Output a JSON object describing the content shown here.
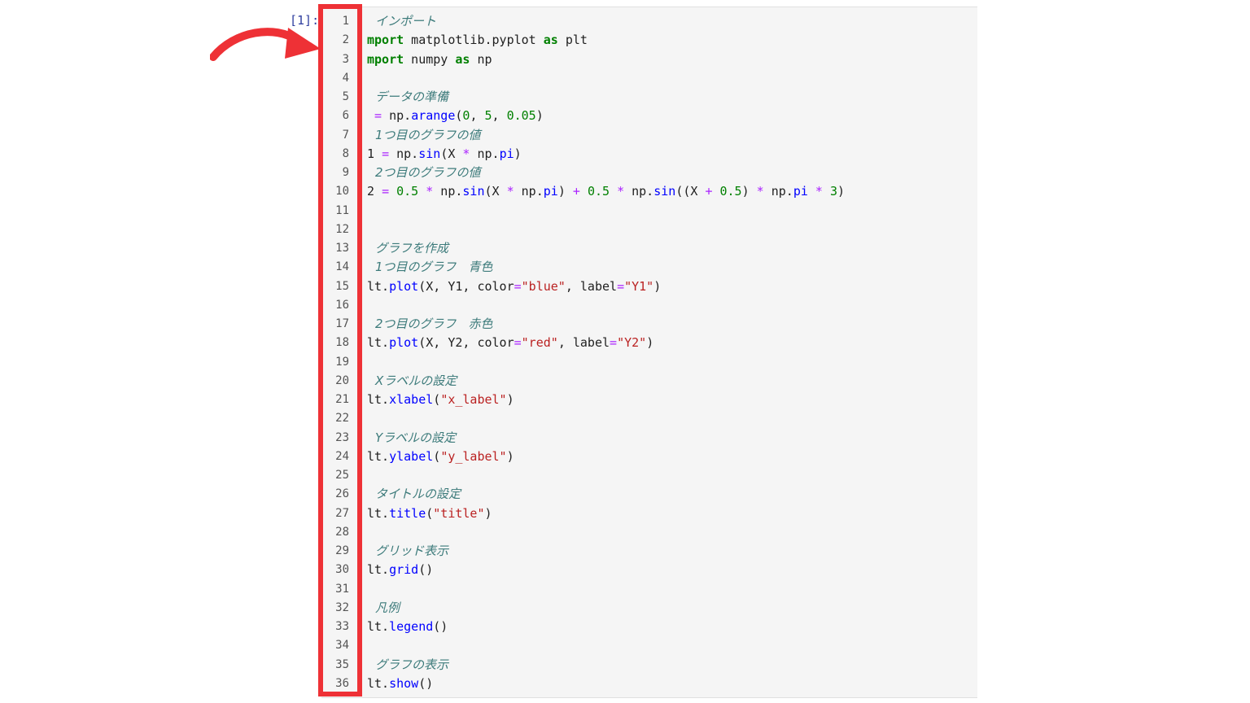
{
  "cell": {
    "prompt": "[1]:",
    "lines": [
      {
        "n": "1",
        "segments": [
          {
            "t": "comment",
            "v": "インポート"
          }
        ]
      },
      {
        "n": "2",
        "segments": [
          {
            "t": "keyword",
            "v": "mport"
          },
          {
            "t": "text",
            "v": " matplotlib.pyplot "
          },
          {
            "t": "keyword",
            "v": "as"
          },
          {
            "t": "text",
            "v": " plt"
          }
        ]
      },
      {
        "n": "3",
        "segments": [
          {
            "t": "keyword",
            "v": "mport"
          },
          {
            "t": "text",
            "v": " numpy "
          },
          {
            "t": "keyword",
            "v": "as"
          },
          {
            "t": "text",
            "v": " np"
          }
        ]
      },
      {
        "n": "4",
        "segments": []
      },
      {
        "n": "5",
        "segments": [
          {
            "t": "comment",
            "v": "データの準備"
          }
        ]
      },
      {
        "n": "6",
        "segments": [
          {
            "t": "text",
            "v": " "
          },
          {
            "t": "op",
            "v": "="
          },
          {
            "t": "text",
            "v": " np."
          },
          {
            "t": "func",
            "v": "arange"
          },
          {
            "t": "text",
            "v": "("
          },
          {
            "t": "number",
            "v": "0"
          },
          {
            "t": "text",
            "v": ", "
          },
          {
            "t": "number",
            "v": "5"
          },
          {
            "t": "text",
            "v": ", "
          },
          {
            "t": "number",
            "v": "0.05"
          },
          {
            "t": "text",
            "v": ")"
          }
        ]
      },
      {
        "n": "7",
        "segments": [
          {
            "t": "comment",
            "v": "1つ目のグラフの値"
          }
        ]
      },
      {
        "n": "8",
        "segments": [
          {
            "t": "text",
            "v": "1 "
          },
          {
            "t": "op",
            "v": "="
          },
          {
            "t": "text",
            "v": " np."
          },
          {
            "t": "func",
            "v": "sin"
          },
          {
            "t": "text",
            "v": "(X "
          },
          {
            "t": "op",
            "v": "*"
          },
          {
            "t": "text",
            "v": " np."
          },
          {
            "t": "func",
            "v": "pi"
          },
          {
            "t": "text",
            "v": ")"
          }
        ]
      },
      {
        "n": "9",
        "segments": [
          {
            "t": "comment",
            "v": "2つ目のグラフの値"
          }
        ]
      },
      {
        "n": "10",
        "segments": [
          {
            "t": "text",
            "v": "2 "
          },
          {
            "t": "op",
            "v": "="
          },
          {
            "t": "text",
            "v": " "
          },
          {
            "t": "number",
            "v": "0.5"
          },
          {
            "t": "text",
            "v": " "
          },
          {
            "t": "op",
            "v": "*"
          },
          {
            "t": "text",
            "v": " np."
          },
          {
            "t": "func",
            "v": "sin"
          },
          {
            "t": "text",
            "v": "(X "
          },
          {
            "t": "op",
            "v": "*"
          },
          {
            "t": "text",
            "v": " np."
          },
          {
            "t": "func",
            "v": "pi"
          },
          {
            "t": "text",
            "v": ") "
          },
          {
            "t": "op",
            "v": "+"
          },
          {
            "t": "text",
            "v": " "
          },
          {
            "t": "number",
            "v": "0.5"
          },
          {
            "t": "text",
            "v": " "
          },
          {
            "t": "op",
            "v": "*"
          },
          {
            "t": "text",
            "v": " np."
          },
          {
            "t": "func",
            "v": "sin"
          },
          {
            "t": "text",
            "v": "((X "
          },
          {
            "t": "op",
            "v": "+"
          },
          {
            "t": "text",
            "v": " "
          },
          {
            "t": "number",
            "v": "0.5"
          },
          {
            "t": "text",
            "v": ") "
          },
          {
            "t": "op",
            "v": "*"
          },
          {
            "t": "text",
            "v": " np."
          },
          {
            "t": "func",
            "v": "pi"
          },
          {
            "t": "text",
            "v": " "
          },
          {
            "t": "op",
            "v": "*"
          },
          {
            "t": "text",
            "v": " "
          },
          {
            "t": "number",
            "v": "3"
          },
          {
            "t": "text",
            "v": ")"
          }
        ]
      },
      {
        "n": "11",
        "segments": []
      },
      {
        "n": "12",
        "segments": []
      },
      {
        "n": "13",
        "segments": [
          {
            "t": "comment",
            "v": "グラフを作成"
          }
        ]
      },
      {
        "n": "14",
        "segments": [
          {
            "t": "comment",
            "v": "1つ目のグラフ　青色"
          }
        ]
      },
      {
        "n": "15",
        "segments": [
          {
            "t": "text",
            "v": "lt."
          },
          {
            "t": "func",
            "v": "plot"
          },
          {
            "t": "text",
            "v": "(X, Y1, color"
          },
          {
            "t": "op",
            "v": "="
          },
          {
            "t": "string",
            "v": "\"blue\""
          },
          {
            "t": "text",
            "v": ", label"
          },
          {
            "t": "op",
            "v": "="
          },
          {
            "t": "string",
            "v": "\"Y1\""
          },
          {
            "t": "text",
            "v": ")"
          }
        ]
      },
      {
        "n": "16",
        "segments": []
      },
      {
        "n": "17",
        "segments": [
          {
            "t": "comment",
            "v": "2つ目のグラフ　赤色"
          }
        ]
      },
      {
        "n": "18",
        "segments": [
          {
            "t": "text",
            "v": "lt."
          },
          {
            "t": "func",
            "v": "plot"
          },
          {
            "t": "text",
            "v": "(X, Y2, color"
          },
          {
            "t": "op",
            "v": "="
          },
          {
            "t": "string",
            "v": "\"red\""
          },
          {
            "t": "text",
            "v": ", label"
          },
          {
            "t": "op",
            "v": "="
          },
          {
            "t": "string",
            "v": "\"Y2\""
          },
          {
            "t": "text",
            "v": ")"
          }
        ]
      },
      {
        "n": "19",
        "segments": []
      },
      {
        "n": "20",
        "segments": [
          {
            "t": "comment",
            "v": "Xラベルの設定"
          }
        ]
      },
      {
        "n": "21",
        "segments": [
          {
            "t": "text",
            "v": "lt."
          },
          {
            "t": "func",
            "v": "xlabel"
          },
          {
            "t": "text",
            "v": "("
          },
          {
            "t": "string",
            "v": "\"x_label\""
          },
          {
            "t": "text",
            "v": ")"
          }
        ]
      },
      {
        "n": "22",
        "segments": []
      },
      {
        "n": "23",
        "segments": [
          {
            "t": "comment",
            "v": "Yラベルの設定"
          }
        ]
      },
      {
        "n": "24",
        "segments": [
          {
            "t": "text",
            "v": "lt."
          },
          {
            "t": "func",
            "v": "ylabel"
          },
          {
            "t": "text",
            "v": "("
          },
          {
            "t": "string",
            "v": "\"y_label\""
          },
          {
            "t": "text",
            "v": ")"
          }
        ]
      },
      {
        "n": "25",
        "segments": []
      },
      {
        "n": "26",
        "segments": [
          {
            "t": "comment",
            "v": "タイトルの設定"
          }
        ]
      },
      {
        "n": "27",
        "segments": [
          {
            "t": "text",
            "v": "lt."
          },
          {
            "t": "func",
            "v": "title"
          },
          {
            "t": "text",
            "v": "("
          },
          {
            "t": "string",
            "v": "\"title\""
          },
          {
            "t": "text",
            "v": ")"
          }
        ]
      },
      {
        "n": "28",
        "segments": []
      },
      {
        "n": "29",
        "segments": [
          {
            "t": "comment",
            "v": "グリッド表示"
          }
        ]
      },
      {
        "n": "30",
        "segments": [
          {
            "t": "text",
            "v": "lt."
          },
          {
            "t": "func",
            "v": "grid"
          },
          {
            "t": "text",
            "v": "()"
          }
        ]
      },
      {
        "n": "31",
        "segments": []
      },
      {
        "n": "32",
        "segments": [
          {
            "t": "comment",
            "v": "凡例"
          }
        ]
      },
      {
        "n": "33",
        "segments": [
          {
            "t": "text",
            "v": "lt."
          },
          {
            "t": "func",
            "v": "legend"
          },
          {
            "t": "text",
            "v": "()"
          }
        ]
      },
      {
        "n": "34",
        "segments": []
      },
      {
        "n": "35",
        "segments": [
          {
            "t": "comment",
            "v": "グラフの表示"
          }
        ]
      },
      {
        "n": "36",
        "segments": [
          {
            "t": "text",
            "v": "lt."
          },
          {
            "t": "func",
            "v": "show"
          },
          {
            "t": "text",
            "v": "()"
          }
        ]
      }
    ]
  },
  "annotation": {
    "highlight_color": "#ee3136",
    "arrow_icon": "curved-arrow-right-icon"
  }
}
